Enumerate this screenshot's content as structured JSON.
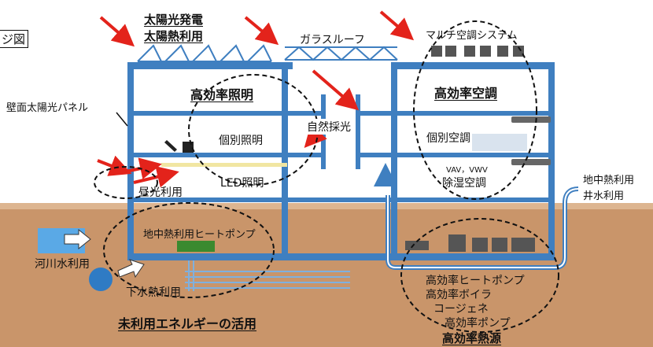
{
  "header": {
    "title_fragment": "ジ図"
  },
  "labels": {
    "solar_power": "太陽光発電",
    "solar_heat": "太陽熱利用",
    "glass_roof": "ガラスルーフ",
    "multi_ac": "マルチ空調システム",
    "wall_solar": "壁面太陽光パネル",
    "hi_eff_lighting": "高効率照明",
    "individual_lighting": "個別照明",
    "natural_light": "自然採光",
    "hi_eff_ac": "高効率空調",
    "individual_ac": "個別空調",
    "vav": "VAV，VWV",
    "dehumid_ac": "除湿空調",
    "daylight_use": "昼光利用",
    "led_lighting": "LED照明",
    "geo_heat_pump": "地中熱利用ヒートポンプ",
    "river_water": "河川水利用",
    "sewage_heat": "下水熱利用",
    "unused_energy": "未利用エネルギーの活用",
    "geo_heat_use": "地中熱利用",
    "well_water": "井水利用",
    "hi_eff_heat_pump": "高効率ヒートポンプ",
    "hi_eff_boiler": "高効率ボイラ",
    "cogeneration": "コージェネ",
    "hi_eff_pump": "高効率ポンプ",
    "hi_eff_heat_source": "高効率熱源"
  },
  "colors": {
    "sky": "#ffffff",
    "ground": "#c9956a",
    "ground_light": "#ddb590",
    "structure": "#3f7fc0",
    "structure_dark": "#2d5d93",
    "arrow_red": "#e3231b",
    "water": "#2f7bc4",
    "text": "#111111"
  }
}
